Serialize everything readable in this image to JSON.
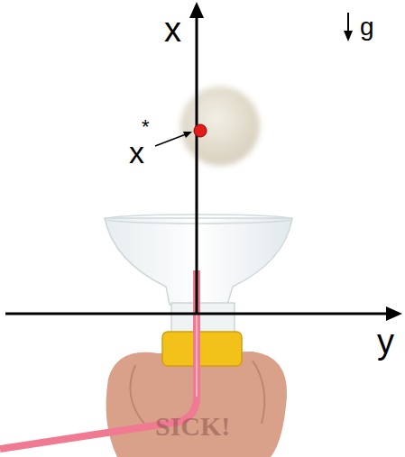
{
  "diagram": {
    "labels": [
      "x",
      "g",
      "x",
      "*",
      "y",
      "SICK!"
    ]
  }
}
